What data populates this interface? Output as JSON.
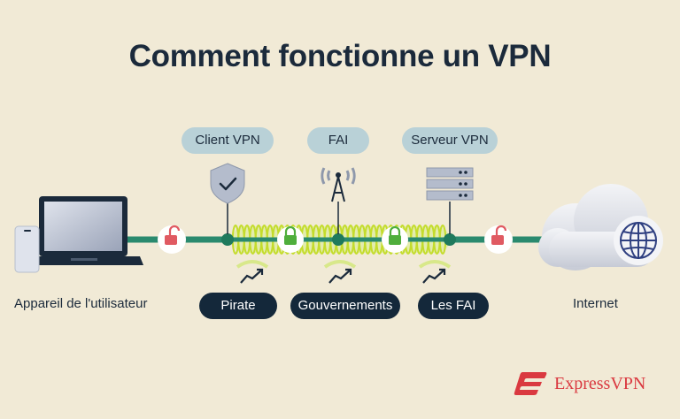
{
  "title": "Comment fonctionne un VPN",
  "top_labels": {
    "client": "Client VPN",
    "isp": "FAI",
    "server": "Serveur VPN"
  },
  "threat_labels": {
    "hacker": "Pirate",
    "government": "Gouvernements",
    "isps": "Les FAI"
  },
  "endpoints": {
    "device": "Appareil de l'utilisateur",
    "internet": "Internet"
  },
  "brand": {
    "name": "ExpressVPN",
    "color": "#da3940"
  },
  "colors": {
    "line": "#2a8a6e",
    "tunnel": "#c4dc2c",
    "lock_open": "#e05a62",
    "lock_closed": "#4fae3c"
  },
  "icons": [
    "laptop-icon",
    "phone-icon",
    "shield-check-icon",
    "antenna-icon",
    "server-rack-icon",
    "cloud-globe-icon",
    "unlocked-padlock-icon",
    "locked-padlock-icon",
    "hacker-arrow-icon"
  ]
}
